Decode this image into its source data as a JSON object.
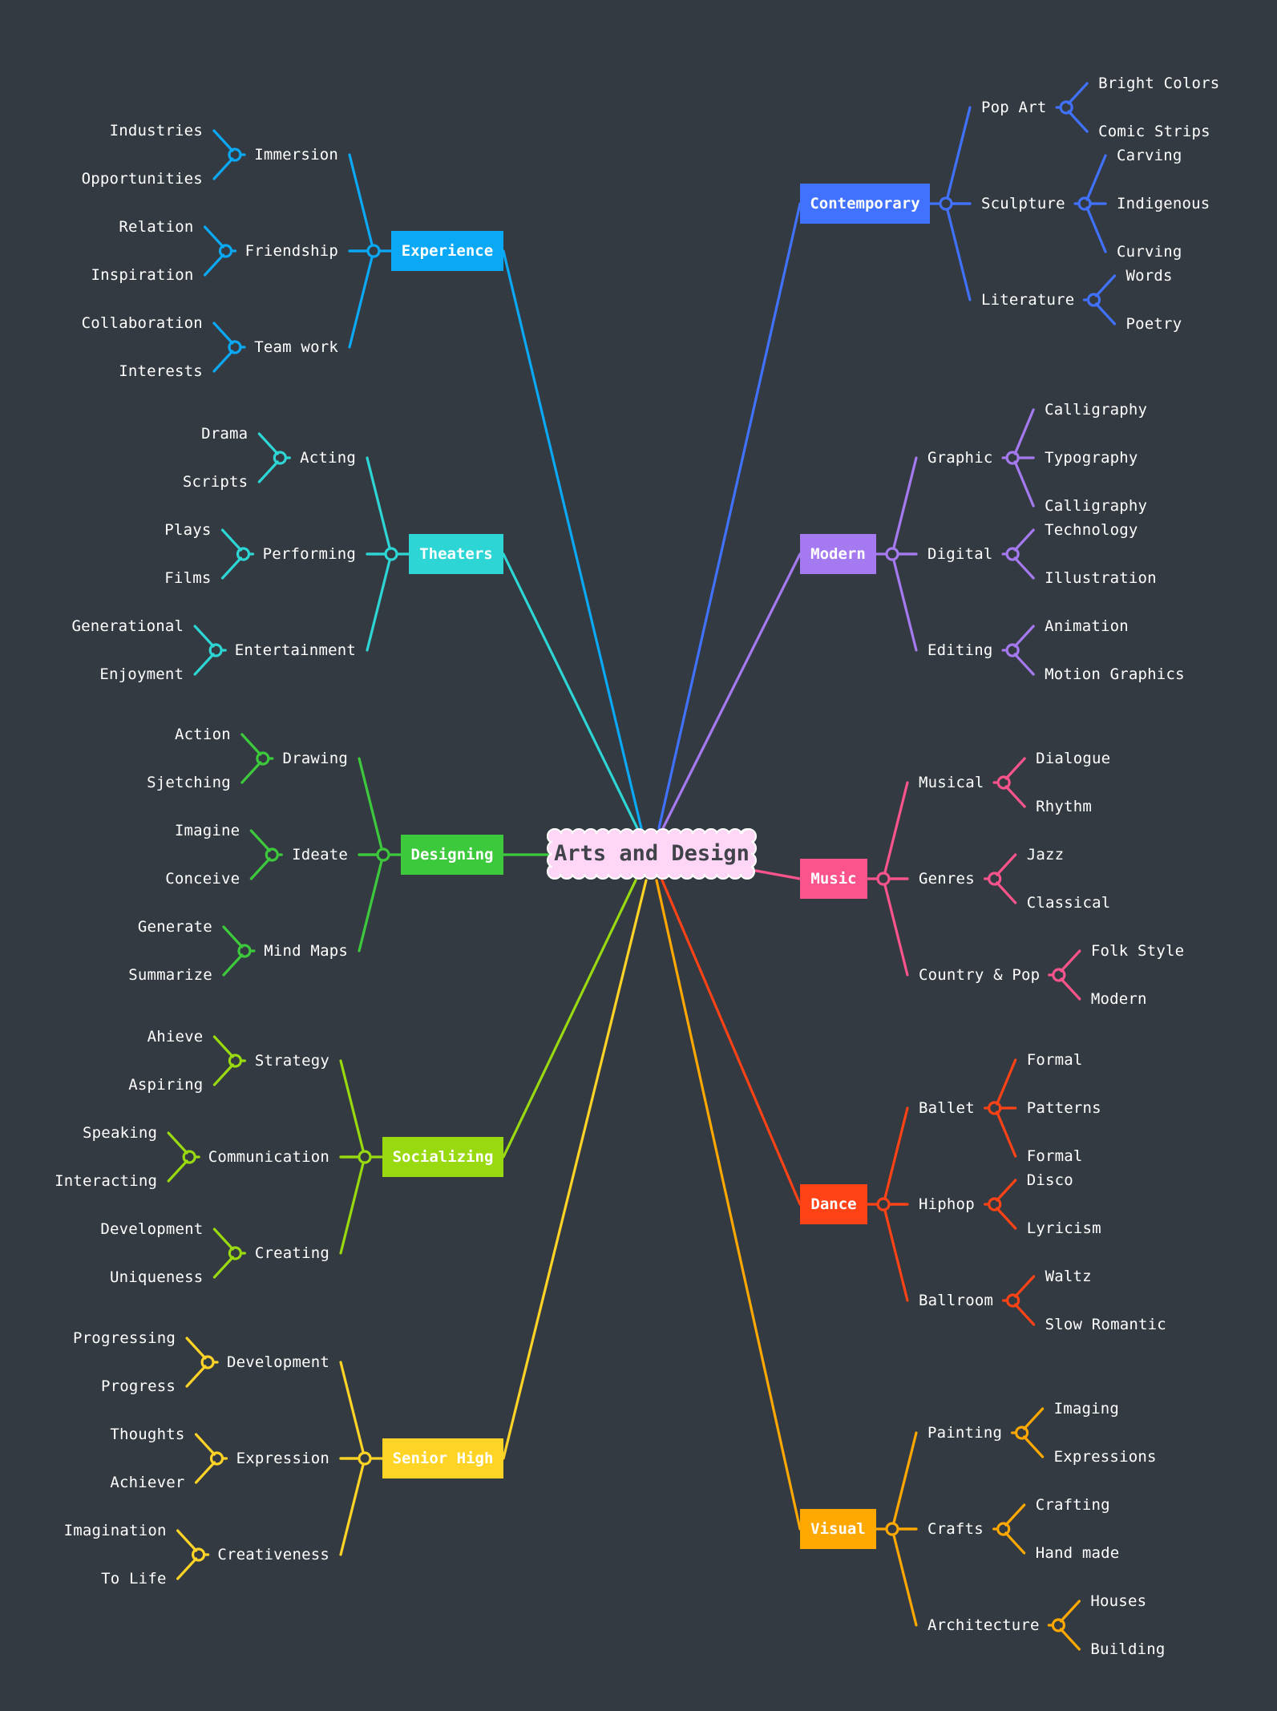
{
  "root": {
    "label": "Arts and Design",
    "fill": "#ffd6f6",
    "text_color": "#40434a"
  },
  "background": "#343a41",
  "left": [
    {
      "label": "Experience",
      "color": "#0aa8f5",
      "children": [
        {
          "label": "Immersion",
          "children": [
            "Industries",
            "Opportunities"
          ]
        },
        {
          "label": "Friendship",
          "children": [
            "Relation",
            "Inspiration"
          ]
        },
        {
          "label": "Team work",
          "children": [
            "Collaboration",
            "Interests"
          ]
        }
      ]
    },
    {
      "label": "Theaters",
      "color": "#2dd6d4",
      "children": [
        {
          "label": "Acting",
          "children": [
            "Drama",
            "Scripts"
          ]
        },
        {
          "label": "Performing",
          "children": [
            "Plays",
            "Films"
          ]
        },
        {
          "label": "Entertainment",
          "children": [
            "Generational",
            "Enjoyment"
          ]
        }
      ]
    },
    {
      "label": "Designing",
      "color": "#3cc93c",
      "children": [
        {
          "label": "Drawing",
          "children": [
            "Action",
            "Sjetching"
          ]
        },
        {
          "label": "Ideate",
          "children": [
            "Imagine",
            "Conceive"
          ]
        },
        {
          "label": "Mind Maps",
          "children": [
            "Generate",
            "Summarize"
          ]
        }
      ]
    },
    {
      "label": "Socializing",
      "color": "#98d90f",
      "children": [
        {
          "label": "Strategy",
          "children": [
            "Ahieve",
            "Aspiring"
          ]
        },
        {
          "label": "Communication",
          "children": [
            "Speaking",
            "Interacting"
          ]
        },
        {
          "label": "Creating",
          "children": [
            "Development",
            "Uniqueness"
          ]
        }
      ]
    },
    {
      "label": "Senior High",
      "color": "#ffd426",
      "children": [
        {
          "label": "Development",
          "children": [
            "Progressing",
            "Progress"
          ]
        },
        {
          "label": "Expression",
          "children": [
            "Thoughts",
            "Achiever"
          ]
        },
        {
          "label": "Creativeness",
          "children": [
            "Imagination",
            "To Life"
          ]
        }
      ]
    }
  ],
  "right": [
    {
      "label": "Contemporary",
      "color": "#4172ff",
      "children": [
        {
          "label": "Pop Art",
          "children": [
            "Bright Colors",
            "Comic Strips"
          ]
        },
        {
          "label": "Sculpture",
          "children": [
            "Carving",
            "Indigenous",
            "Curving"
          ]
        },
        {
          "label": "Literature",
          "children": [
            "Words",
            "Poetry"
          ]
        }
      ]
    },
    {
      "label": "Modern",
      "color": "#a57af0",
      "children": [
        {
          "label": "Graphic",
          "children": [
            "Calligraphy",
            "Typography",
            "Calligraphy"
          ]
        },
        {
          "label": "Digital",
          "children": [
            "Technology",
            "Illustration"
          ]
        },
        {
          "label": "Editing",
          "children": [
            "Animation",
            "Motion Graphics"
          ]
        }
      ]
    },
    {
      "label": "Music",
      "color": "#fb548c",
      "children": [
        {
          "label": "Musical",
          "children": [
            "Dialogue",
            "Rhythm"
          ]
        },
        {
          "label": "Genres",
          "children": [
            "Jazz",
            "Classical"
          ]
        },
        {
          "label": "Country & Pop",
          "children": [
            "Folk Style",
            "Modern"
          ]
        }
      ]
    },
    {
      "label": "Dance",
      "color": "#ff4317",
      "children": [
        {
          "label": "Ballet",
          "children": [
            "Formal",
            "Patterns",
            "Formal"
          ]
        },
        {
          "label": "Hiphop",
          "children": [
            "Disco",
            "Lyricism"
          ]
        },
        {
          "label": "Ballroom",
          "children": [
            "Waltz",
            "Slow Romantic"
          ]
        }
      ]
    },
    {
      "label": "Visual",
      "color": "#ffa800",
      "children": [
        {
          "label": "Painting",
          "children": [
            "Imaging",
            "Expressions"
          ]
        },
        {
          "label": "Crafts",
          "children": [
            "Crafting",
            "Hand made"
          ]
        },
        {
          "label": "Architecture",
          "children": [
            "Houses",
            "Building"
          ]
        }
      ]
    }
  ]
}
